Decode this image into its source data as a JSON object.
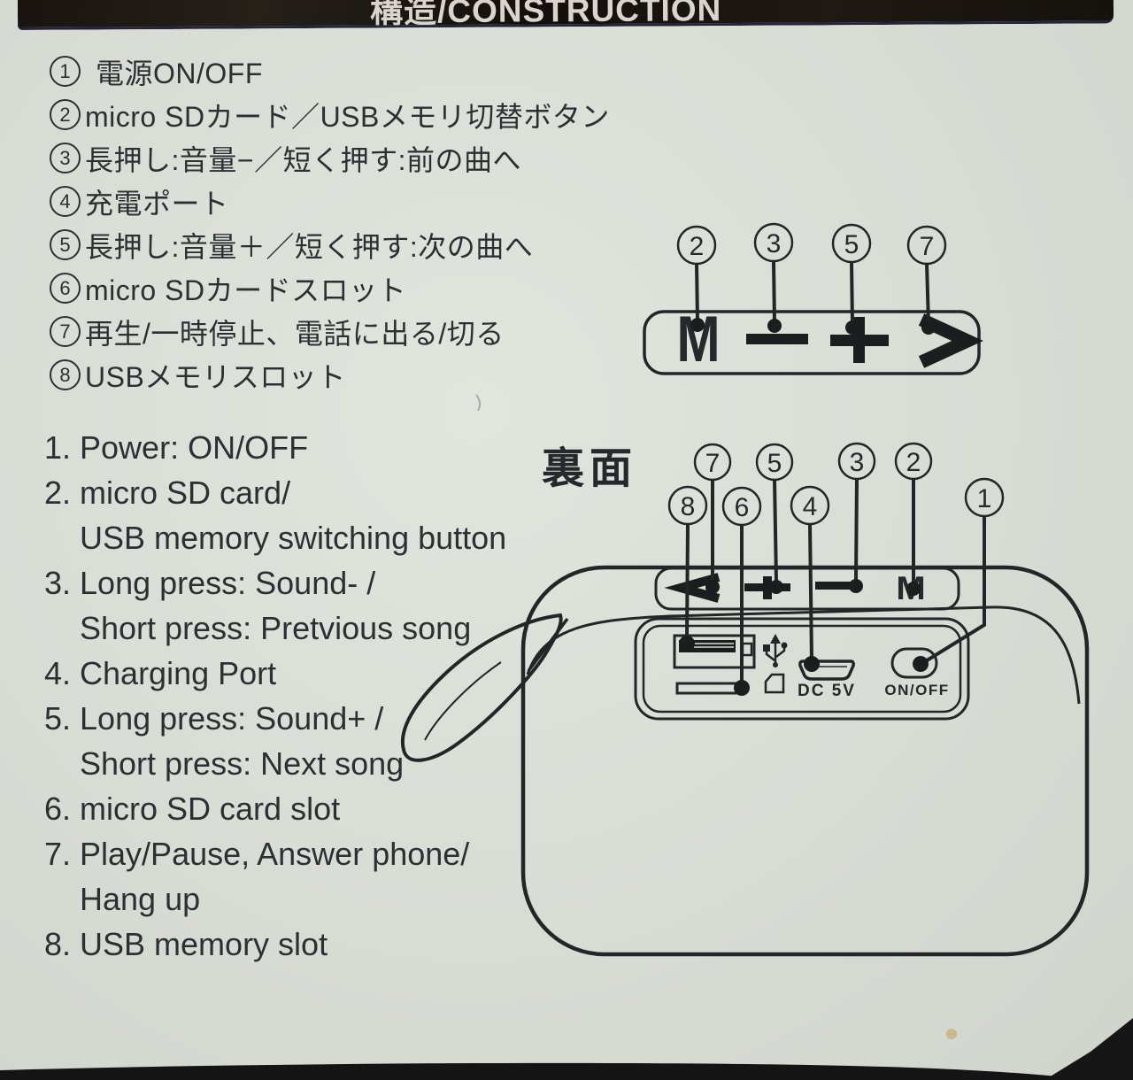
{
  "header": {
    "title": "構造/CONSTRUCTION"
  },
  "jp_list": [
    {
      "num": "1",
      "text": "電源ON/OFF"
    },
    {
      "num": "2",
      "text": "micro SDカード／USBメモリ切替ボタン"
    },
    {
      "num": "3",
      "text": "長押し:音量−／短く押す:前の曲へ"
    },
    {
      "num": "4",
      "text": "充電ポート"
    },
    {
      "num": "5",
      "text": "長押し:音量＋／短く押す:次の曲へ"
    },
    {
      "num": "6",
      "text": "micro SDカードスロット"
    },
    {
      "num": "7",
      "text": "再生/一時停止、電話に出る/切る"
    },
    {
      "num": "8",
      "text": "USBメモリスロット"
    }
  ],
  "en_list": [
    {
      "text": "1. Power: ON/OFF"
    },
    {
      "text": "2. micro SD card/"
    },
    {
      "text": "USB memory switching button"
    },
    {
      "text": "3. Long press: Sound- /"
    },
    {
      "text": "Short press: Pretvious song"
    },
    {
      "text": "4. Charging Port"
    },
    {
      "text": "5. Long press: Sound+ /"
    },
    {
      "text": "Short press: Next song"
    },
    {
      "text": "6. micro SD card slot"
    },
    {
      "text": "7. Play/Pause, Answer phone/"
    },
    {
      "text": "Hang up"
    },
    {
      "text": "8. USB memory slot"
    }
  ],
  "diagram_top": {
    "callouts": [
      "2",
      "3",
      "5",
      "7"
    ],
    "buttons": {
      "mode": "M",
      "minus": "−",
      "plus": "+",
      "play": ">"
    }
  },
  "diagram_back": {
    "label": "裏面",
    "callouts_row1": [
      "7",
      "5",
      "3",
      "2"
    ],
    "callouts_row2": [
      "8",
      "6",
      "4",
      "1"
    ],
    "buttons": {
      "prev": "<",
      "plus": "+",
      "minus": "−",
      "mode": "M"
    },
    "dc_label": "DC 5V",
    "onoff_label": "ON/OFF"
  },
  "colors": {
    "paper": "#d8dcd5",
    "ink": "#2d3033",
    "line": "#232527",
    "header_bg": "#17130f",
    "header_text": "#d9d5ce"
  }
}
